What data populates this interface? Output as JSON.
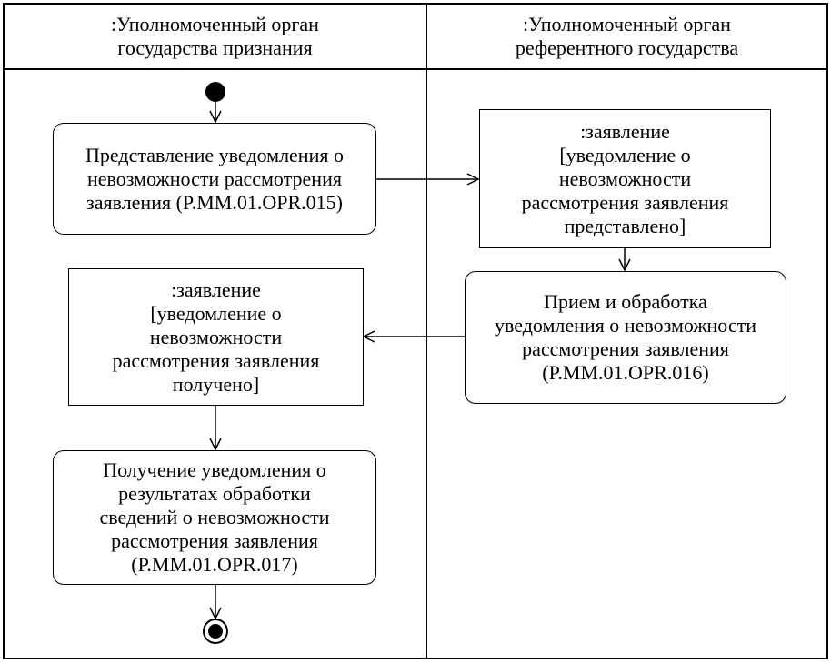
{
  "lanes": {
    "left_title": ":Уполномоченный орган\nгосударства признания",
    "right_title": ":Уполномоченный орган\nреферентного государства"
  },
  "nodes": {
    "action_015": "Представление уведомления о\nневозможности рассмотрения\nзаявления (P.MM.01.OPR.015)",
    "object_sent": ":заявление\n[уведомление о\nневозможности\nрассмотрения заявления\nпредставлено]",
    "action_016": "Прием и обработка\nуведомления о невозможности\nрассмотрения заявления\n(P.MM.01.OPR.016)",
    "object_received": ":заявление\n[уведомление о\nневозможности\nрассмотрения заявления\nполучено]",
    "action_017": "Получение уведомления о\nрезультатах обработки\nсведений о невозможности\nрассмотрения заявления\n(P.MM.01.OPR.017)"
  }
}
